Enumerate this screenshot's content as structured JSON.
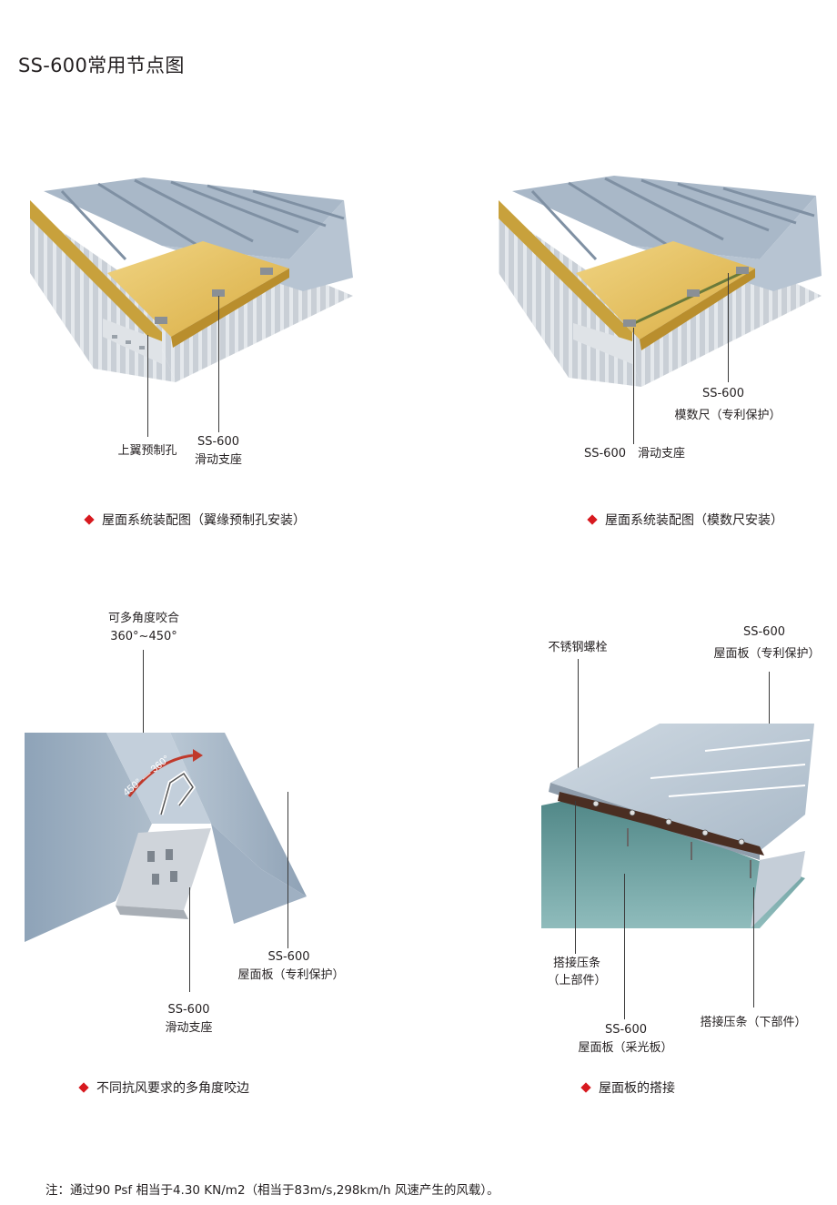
{
  "page": {
    "title": "SS-600常用节点图",
    "note": "注：通过90 Psf 相当于4.30 KN/m2（相当于83m/s,298km/h 风速产生的风载）。"
  },
  "figures": {
    "fig1": {
      "caption": "屋面系统装配图（翼缘预制孔安装）",
      "labels": {
        "hole": "上翼预制孔",
        "clip_model": "SS-600",
        "clip_name": "滑动支座"
      }
    },
    "fig2": {
      "caption": "屋面系统装配图（模数尺安装）",
      "labels": {
        "ruler_model": "SS-600",
        "ruler_name": "模数尺（专利保护）",
        "clip": "SS-600　滑动支座"
      }
    },
    "fig3": {
      "caption": "不同抗风要求的多角度咬边",
      "labels": {
        "seam_line1": "可多角度咬合",
        "seam_line2": "360°~450°",
        "panel_model": "SS-600",
        "panel_name": "屋面板（专利保护）",
        "clip_model": "SS-600",
        "clip_name": "滑动支座",
        "angle_text": "450° — 360°"
      }
    },
    "fig4": {
      "caption": "屋面板的搭接",
      "labels": {
        "bolt": "不锈钢螺栓",
        "panel_model": "SS-600",
        "panel_name": "屋面板（专利保护）",
        "upper_line1": "搭接压条",
        "upper_line2": "（上部件）",
        "sky_model": "SS-600",
        "sky_name": "屋面板（采光板）",
        "lower": "搭接压条（下部件）"
      }
    }
  },
  "colors": {
    "accent_diamond": "#d7191f",
    "panel_blue": "#a9b8c8",
    "insulation_yellow": "#e6c25a",
    "skylight_teal": "#5f9a9a",
    "strip_brown": "#4a2e22"
  }
}
